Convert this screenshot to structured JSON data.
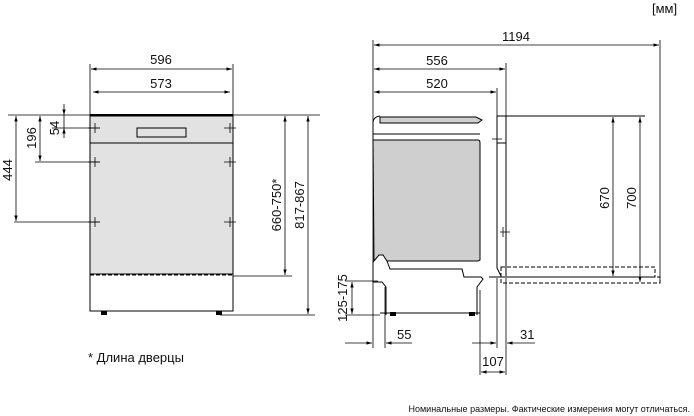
{
  "unit_label": "[мм]",
  "front_view": {
    "width_outer": "596",
    "width_inner": "573",
    "dim_54": "54",
    "dim_196": "196",
    "dim_444": "444",
    "door_height": "660-750*",
    "total_height": "817-867"
  },
  "side_view": {
    "depth_open": "1194",
    "depth_total": "556",
    "depth_body": "520",
    "door_670": "670",
    "door_700": "700",
    "plinth": "125-175",
    "dim_55": "55",
    "dim_31": "31",
    "dim_107": "107"
  },
  "footnote": "* Длина дверцы",
  "disclaimer": "Номинальные размеры. Фактические измерения могут отличаться."
}
